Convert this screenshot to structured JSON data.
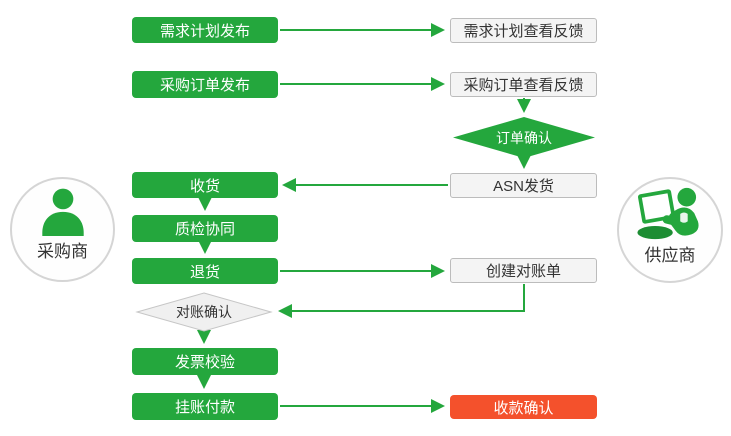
{
  "palette": {
    "green": "#24a73d",
    "red": "#f4512c",
    "white_node_fill": "#f4f4f4",
    "white_node_border": "#bcbcbc",
    "diamond_gray_fill": "#f0f0f0",
    "diamond_gray_border": "#c6c6c6",
    "actor_border": "#d5d5d5",
    "text_dark": "#333333"
  },
  "actors": {
    "buyer": {
      "label": "采购商",
      "icon": "person-icon"
    },
    "supplier": {
      "label": "供应商",
      "icon": "person-laptop-icon"
    }
  },
  "nodes": {
    "demand_plan_publish": {
      "label": "需求计划发布",
      "shape": "rect",
      "style": "green"
    },
    "purchase_order_publish": {
      "label": "采购订单发布",
      "shape": "rect",
      "style": "green"
    },
    "receive_goods": {
      "label": "收货",
      "shape": "rect",
      "style": "green"
    },
    "quality_collaboration": {
      "label": "质检协同",
      "shape": "rect",
      "style": "green"
    },
    "return_goods": {
      "label": "退货",
      "shape": "rect",
      "style": "green"
    },
    "reconciliation_confirm": {
      "label": "对账确认",
      "shape": "diamond",
      "style": "gray"
    },
    "invoice_check": {
      "label": "发票校验",
      "shape": "rect",
      "style": "green"
    },
    "account_payment": {
      "label": "挂账付款",
      "shape": "rect",
      "style": "green"
    },
    "demand_plan_feedback": {
      "label": "需求计划查看反馈",
      "shape": "rect",
      "style": "white"
    },
    "purchase_order_feedback": {
      "label": "采购订单查看反馈",
      "shape": "rect",
      "style": "white"
    },
    "order_confirm": {
      "label": "订单确认",
      "shape": "diamond",
      "style": "green"
    },
    "asn_delivery": {
      "label": "ASN发货",
      "shape": "rect",
      "style": "white"
    },
    "create_statement": {
      "label": "创建对账单",
      "shape": "rect",
      "style": "white"
    },
    "receipt_confirm": {
      "label": "收款确认",
      "shape": "rect",
      "style": "red"
    }
  }
}
